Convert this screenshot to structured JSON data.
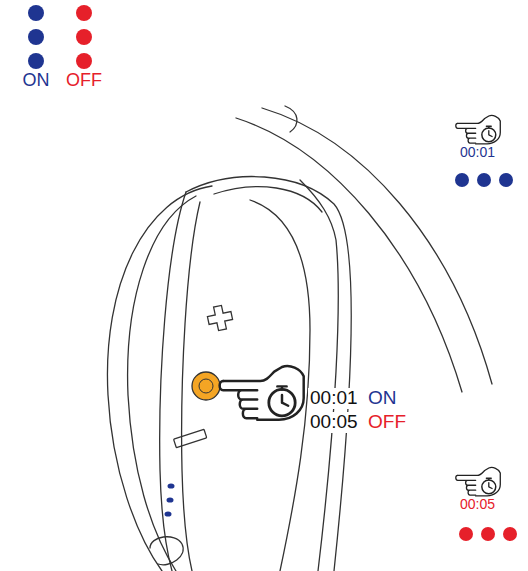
{
  "diagram": {
    "labels": [
      "00:01",
      "00:01",
      "ON",
      "00:05",
      "OFF",
      "00:05"
    ],
    "legend": [
      {
        "text": "ON",
        "color": "#1f3591"
      },
      {
        "text": "OFF",
        "color": "#e6202a"
      }
    ]
  }
}
